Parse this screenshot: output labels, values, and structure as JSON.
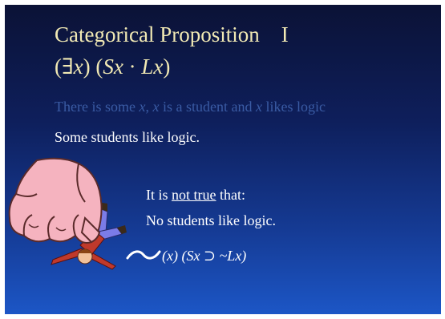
{
  "slide": {
    "title": "Categorical Proposition I",
    "formula": {
      "part1": "(∃",
      "var1": "x",
      "part2": ") (",
      "var2": "Sx",
      "part3": " · ",
      "var3": "Lx",
      "part4": ")"
    },
    "faded_line": {
      "p1": "There is some ",
      "v1": "x",
      "p2": ", ",
      "v2": "x",
      "p3": " is a student and ",
      "v3": "x",
      "p4": " likes logic"
    },
    "statement": "Some students like logic.",
    "negation": {
      "prefix": "It is ",
      "underlined": "not true",
      "suffix": " that:",
      "line2": "No students like logic.",
      "formula": "(x) (Sx ⊃ ~Lx)"
    },
    "clipart_icon": "hand-squashing-person-icon",
    "colors": {
      "title": "#f1e9b4",
      "text": "#ffffff",
      "faded": "#3a5ba4",
      "bg_top": "#0b1236",
      "bg_bottom": "#1c56c6"
    }
  }
}
